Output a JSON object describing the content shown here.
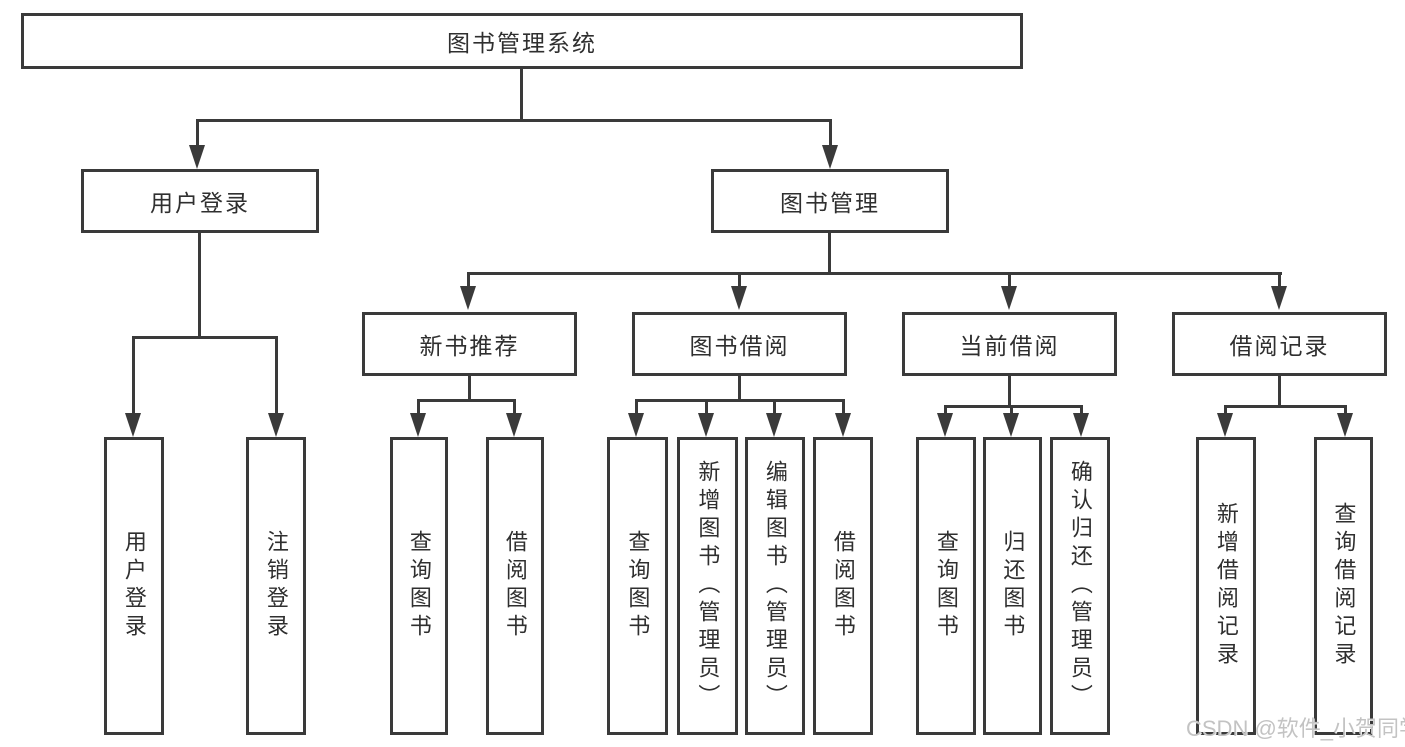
{
  "tree": {
    "root": {
      "label": "图书管理系统"
    },
    "children": [
      {
        "label": "用户登录",
        "children": [
          {
            "label": "用户登录"
          },
          {
            "label": "注销登录"
          }
        ]
      },
      {
        "label": "图书管理",
        "children": [
          {
            "label": "新书推荐",
            "children": [
              {
                "label": "查询图书"
              },
              {
                "label": "借阅图书"
              }
            ]
          },
          {
            "label": "图书借阅",
            "children": [
              {
                "label": "查询图书"
              },
              {
                "label": "新增图书（管理员）"
              },
              {
                "label": "编辑图书（管理员）"
              },
              {
                "label": "借阅图书"
              }
            ]
          },
          {
            "label": "当前借阅",
            "children": [
              {
                "label": "查询图书"
              },
              {
                "label": "归还图书"
              },
              {
                "label": "确认归还（管理员）"
              }
            ]
          },
          {
            "label": "借阅记录",
            "children": [
              {
                "label": "新增借阅记录"
              },
              {
                "label": "查询借阅记录"
              }
            ]
          }
        ]
      }
    ]
  },
  "watermark": "CSDN @软件_小贺同学",
  "colors": {
    "line": "#3a3a3a",
    "text": "#2f2f2f",
    "watermark": "#c3c3c3",
    "background": "#ffffff"
  }
}
